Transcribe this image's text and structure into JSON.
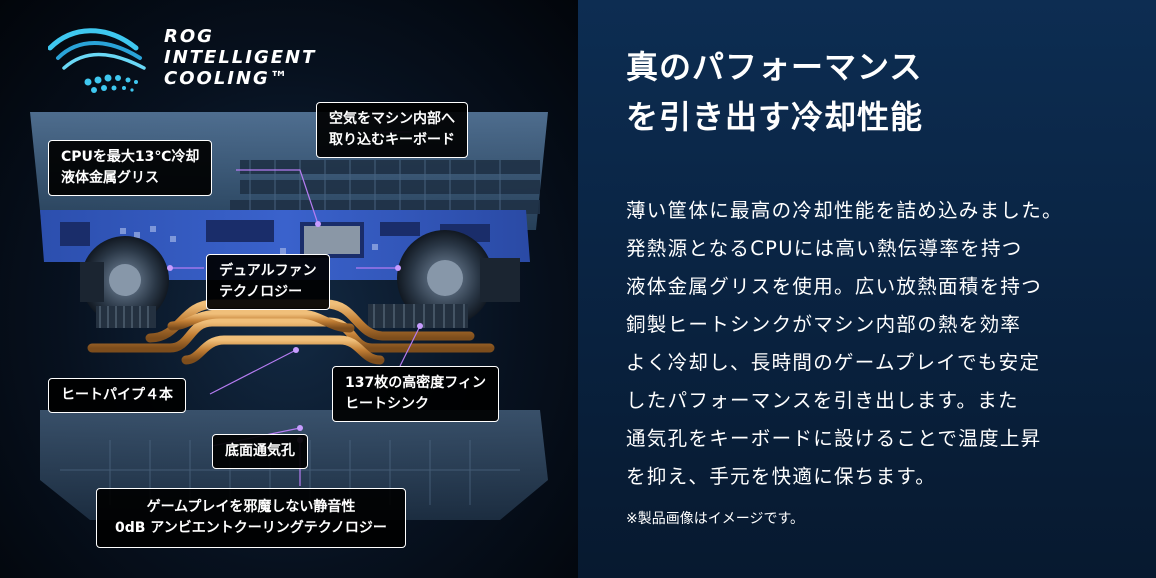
{
  "brand": {
    "logo_icon": "rog-intelligent-cooling-wave-icon",
    "logo_lines": [
      "ROG",
      "INTELLIGENT",
      "COOLING™"
    ]
  },
  "callouts": {
    "cpu_grease": [
      "CPUを最大13℃冷却",
      "液体金属グリス"
    ],
    "keyboard_intake": [
      "空気をマシン内部へ",
      "取り込むキーボード"
    ],
    "dual_fan": [
      "デュアルファン",
      "テクノロジー"
    ],
    "heat_pipes": [
      "ヒートパイプ４本"
    ],
    "fin_heatsink": [
      "137枚の高密度フィン",
      "ヒートシンク"
    ],
    "bottom_vents": [
      "底面通気孔"
    ],
    "silent": [
      "ゲームプレイを邪魔しない静音性",
      "0dB アンビエントクーリングテクノロジー"
    ]
  },
  "headline": [
    "真のパフォーマンス",
    "を引き出す冷却性能"
  ],
  "body_lines": [
    "薄い筐体に最高の冷却性能を詰め込みました。",
    "発熱源となるCPUには高い熱伝導率を持つ",
    "液体金属グリスを使用。広い放熱面積を持つ",
    "銅製ヒートシンクがマシン内部の熱を効率",
    "よく冷却し、長時間のゲームプレイでも安定",
    "したパフォーマンスを引き出します。また",
    "通気孔をキーボードに設けることで温度上昇",
    "を抑え、手元を快適に保ちます。"
  ],
  "note": "※製品画像はイメージです。",
  "colors": {
    "accent_cyan": "#3fc8f0",
    "board_blue": "#2b4fb8",
    "copper": "#c98a3a",
    "panel_right": "#0b2a4c"
  }
}
